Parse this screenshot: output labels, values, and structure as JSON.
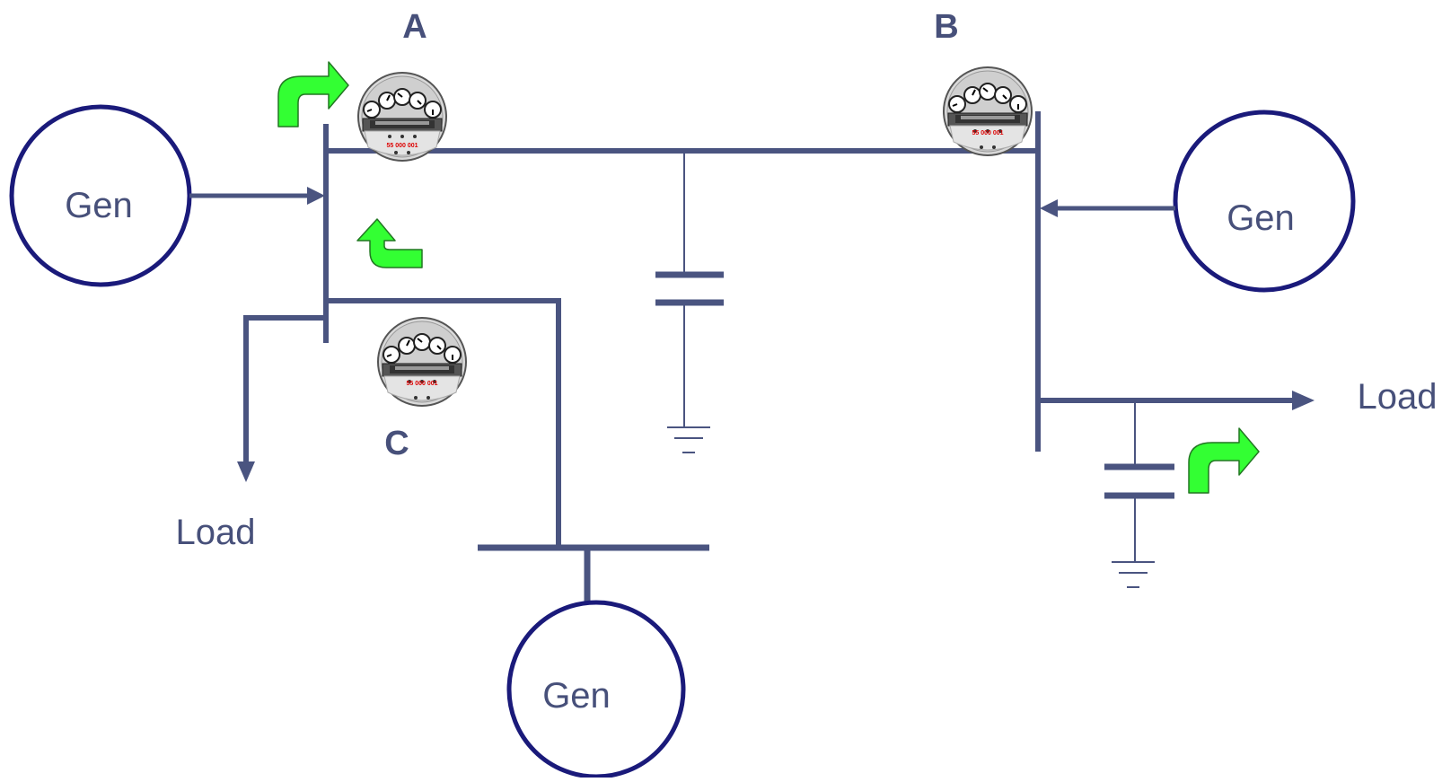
{
  "colors": {
    "line": "#4a5480",
    "generator_ring": "#1a1a7a",
    "label_text": "#47507a",
    "flow_arrow_fill": "#33ff33",
    "flow_arrow_stroke": "#227722",
    "meter_body": "#c8c8c8",
    "meter_reading": "#dd0000"
  },
  "nodes": {
    "a": {
      "label": "A"
    },
    "b": {
      "label": "B"
    },
    "c": {
      "label": "C"
    }
  },
  "generators": {
    "left": {
      "label": "Gen"
    },
    "right": {
      "label": "Gen"
    },
    "bottom": {
      "label": "Gen"
    }
  },
  "loads": {
    "left": {
      "label": "Load"
    },
    "right": {
      "label": "Load"
    }
  },
  "meters": {
    "a": {
      "reading": "55 000 001",
      "icon": "electric-meter-icon"
    },
    "b": {
      "reading": "55 000 001",
      "icon": "electric-meter-icon"
    },
    "c": {
      "reading": "55 000 001",
      "icon": "electric-meter-icon"
    }
  },
  "flow_arrows": {
    "icon": "curved-flow-arrow-icon"
  }
}
